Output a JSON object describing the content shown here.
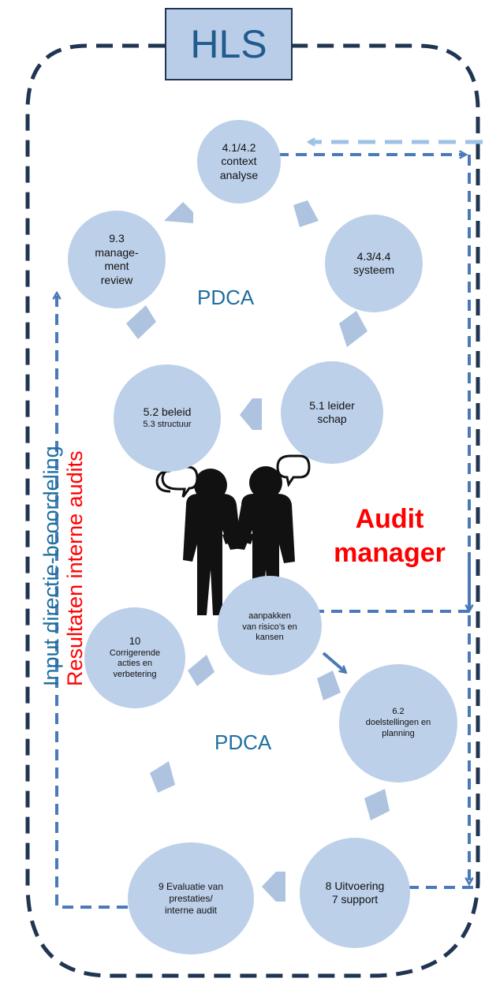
{
  "container": {
    "title": "HLS"
  },
  "top_cycle": {
    "center_label": "PDCA",
    "nodes": [
      {
        "id": "context",
        "lines": [
          "4.1/4.2",
          "context",
          "analyse"
        ]
      },
      {
        "id": "systeem",
        "lines": [
          "4.3/4.4",
          "systeem"
        ]
      },
      {
        "id": "leiderschap",
        "lines": [
          "5.1 leider",
          "schap"
        ]
      },
      {
        "id": "beleid",
        "lines": [
          "5.2 beleid",
          "5.3 structuur"
        ]
      },
      {
        "id": "review",
        "lines": [
          "9.3",
          "manage-",
          "ment",
          "review"
        ]
      }
    ]
  },
  "bottom_cycle": {
    "center_label": "PDCA",
    "nodes": [
      {
        "id": "risico",
        "lines": [
          "aanpakken",
          "van risico’s en",
          "kansen"
        ]
      },
      {
        "id": "doelstellingen",
        "lines": [
          "6.2",
          "doelstellingen en",
          "planning"
        ]
      },
      {
        "id": "uitvoering",
        "lines": [
          "8 Uitvoering",
          "7 support"
        ]
      },
      {
        "id": "evaluatie",
        "lines": [
          "9 Evaluatie van",
          "prestaties/",
          "interne audit"
        ]
      },
      {
        "id": "corrigerende",
        "lines": [
          "10",
          "Corrigerende",
          "acties en",
          "verbetering"
        ]
      }
    ]
  },
  "center_figure": {
    "icon": "two-people-talking-icon",
    "title_lines": [
      "Audit",
      "manager"
    ]
  },
  "side_labels": {
    "input": "Input directie-beoordeling",
    "results": "Resultaten interne audits"
  },
  "colors": {
    "node_fill": "#bdd0e9",
    "dash_dark": "#1f3552",
    "flow_arrow": "#4a7ab8",
    "accent_red": "#ff0000",
    "label_blue": "#1f6fa0"
  }
}
